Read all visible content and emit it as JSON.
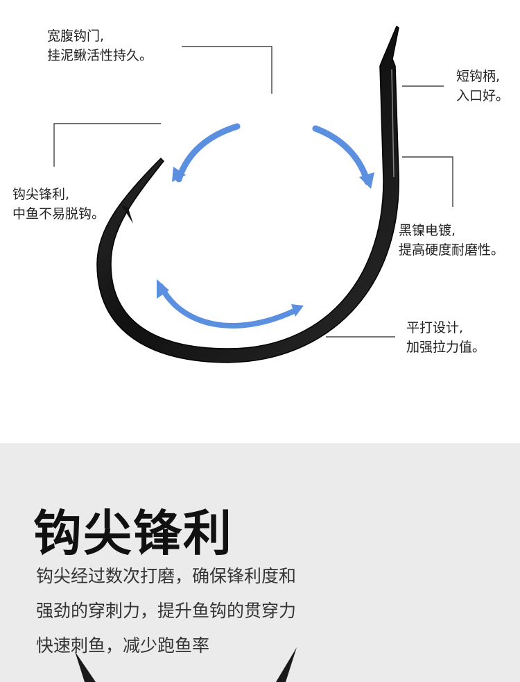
{
  "callouts": {
    "wide_belly": {
      "line1": "宽腹钩门,",
      "line2": "挂泥鳅活性持久。"
    },
    "short_shank": {
      "line1": "短钩柄,",
      "line2": "入口好。"
    },
    "sharp_point": {
      "line1": "钩尖锋利,",
      "line2": "中鱼不易脱钩。"
    },
    "nickel_plating": {
      "line1": "黑镍电镀,",
      "line2": "提高硬度耐磨性。"
    },
    "forged": {
      "line1": "平打设计,",
      "line2": "加强拉力值。"
    }
  },
  "feature": {
    "title": "钩尖锋利",
    "desc_line1": "钩尖经过数次打磨，确保锋利度和",
    "desc_line2": "强劲的穿刺力，提升鱼钩的贯穿力",
    "desc_line3": "快速刺鱼，减少跑鱼率"
  },
  "colors": {
    "arrow": "#5b8fe0",
    "hook": "#1a1a1a",
    "section_bg": "#ebebeb"
  }
}
